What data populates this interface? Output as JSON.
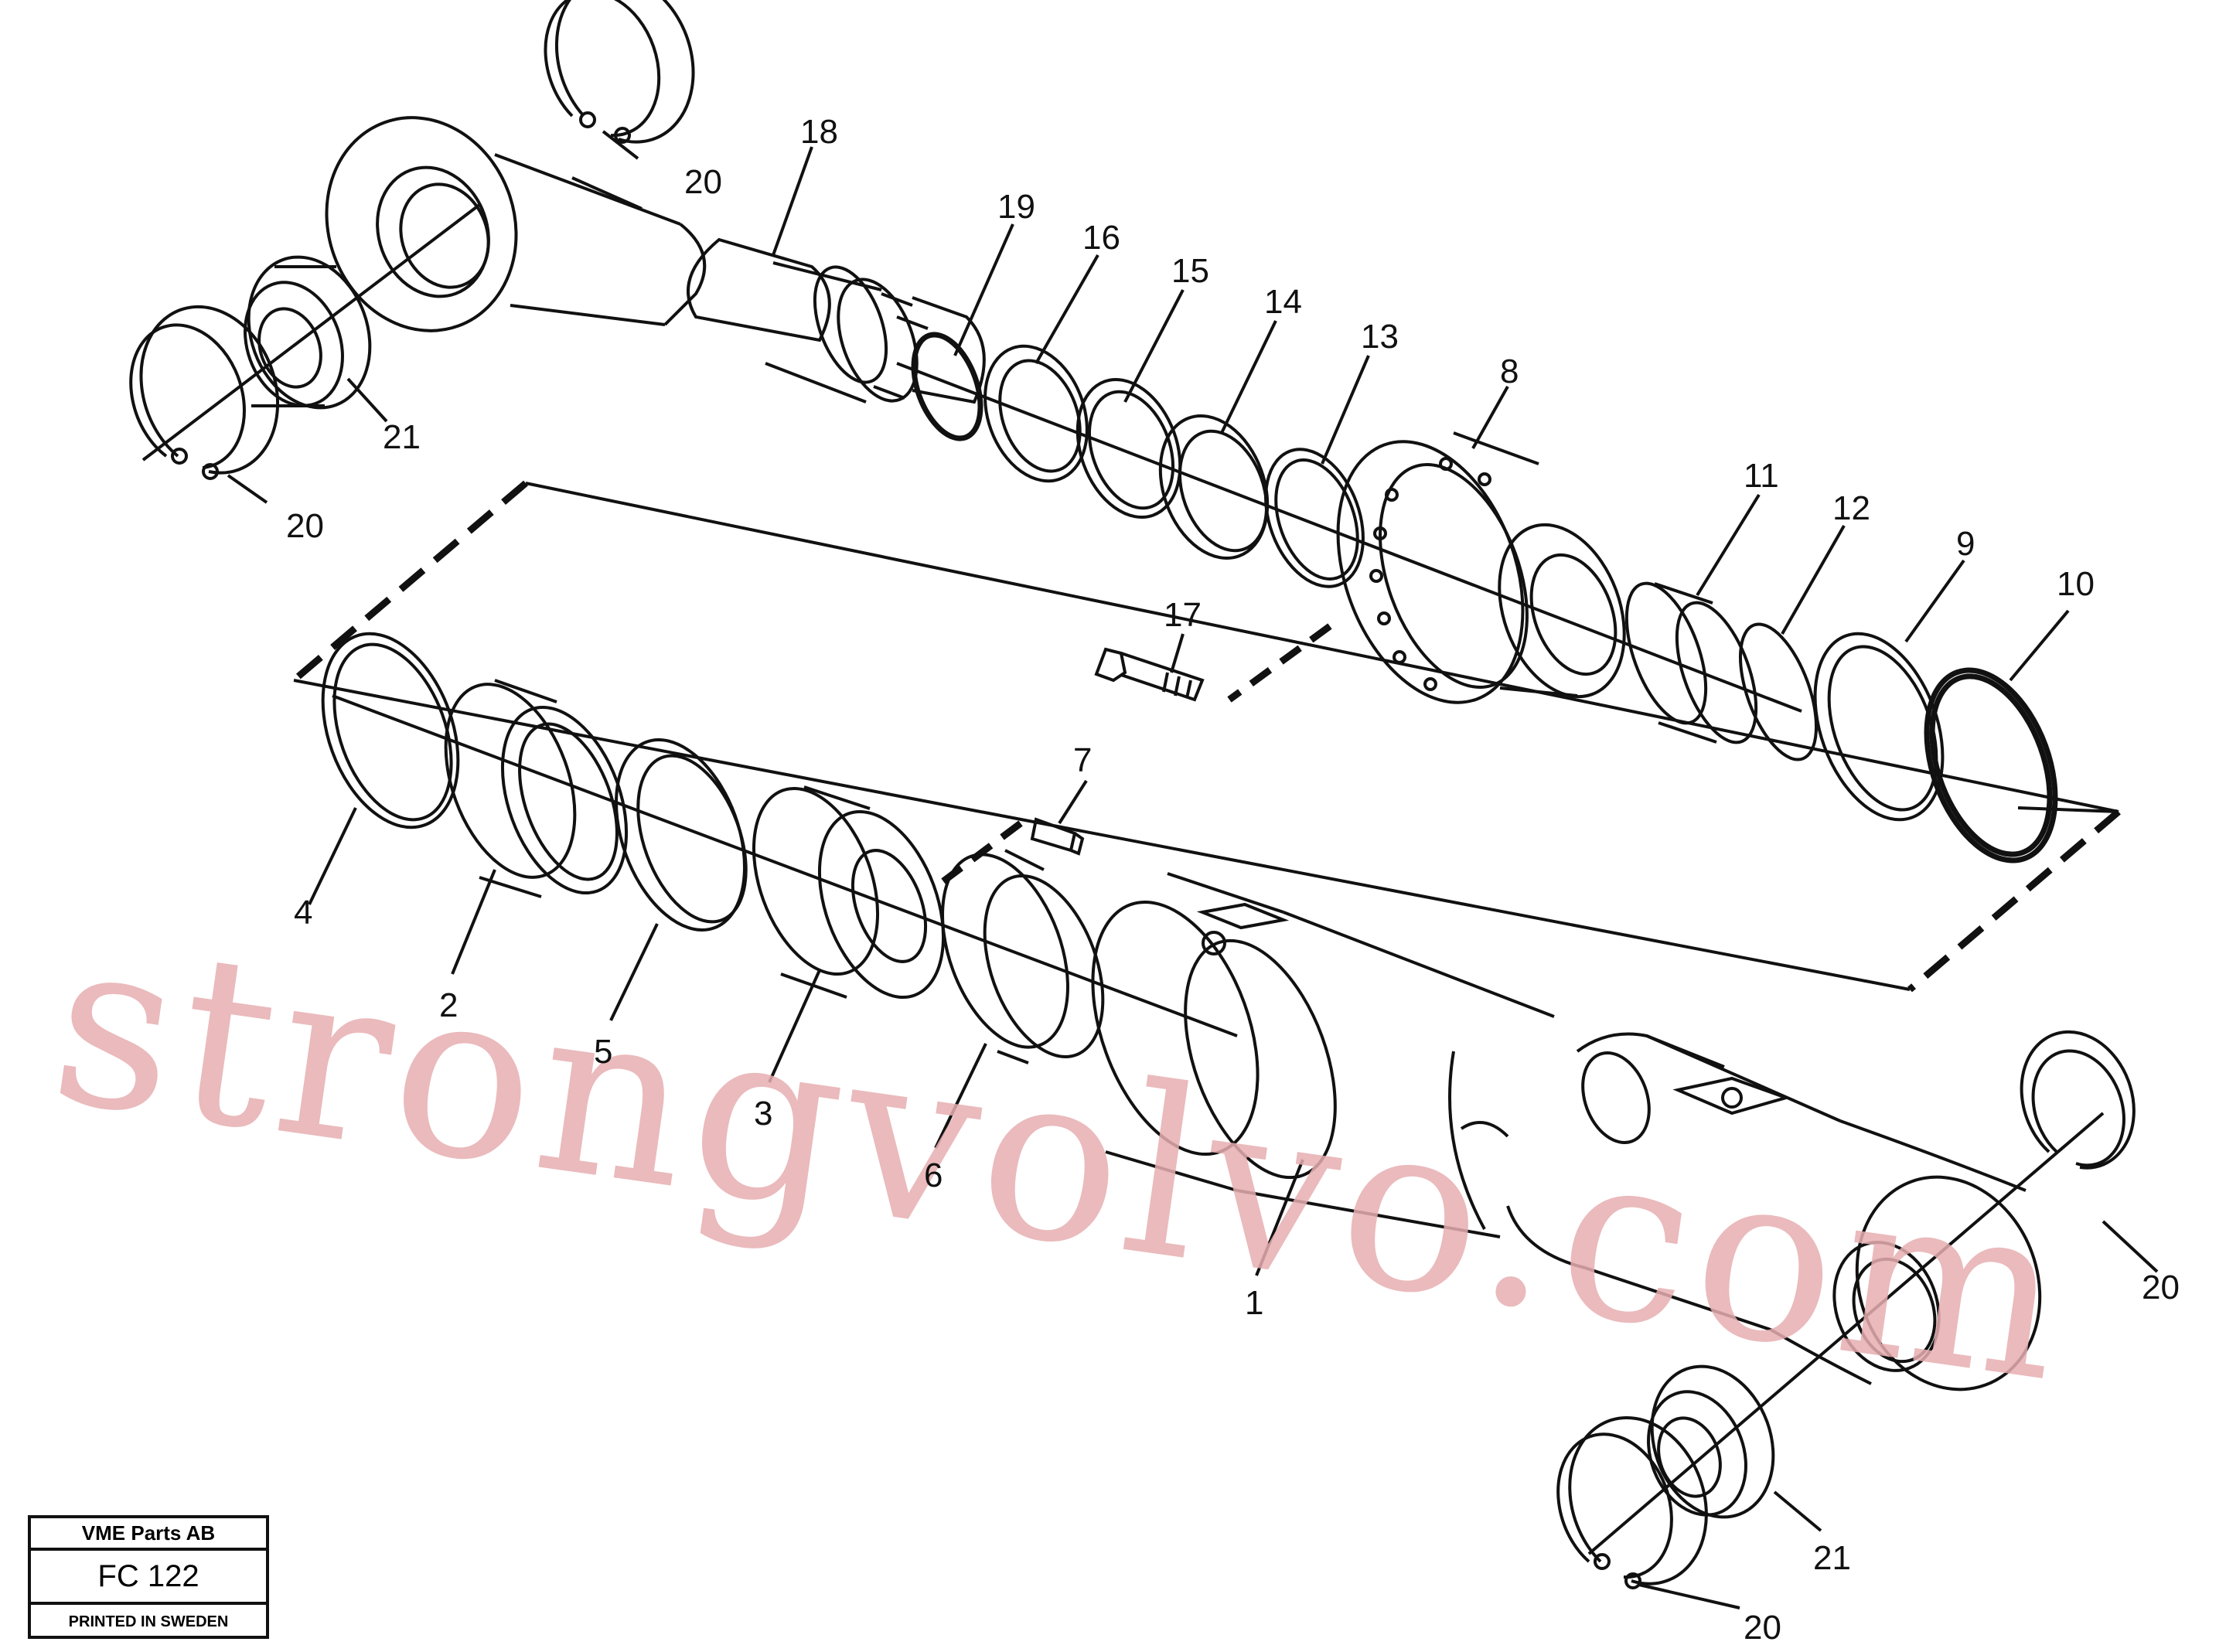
{
  "callouts": {
    "c1": "1",
    "c2": "2",
    "c3": "3",
    "c4": "4",
    "c5": "5",
    "c6": "6",
    "c7": "7",
    "c8": "8",
    "c9": "9",
    "c10": "10",
    "c11": "11",
    "c12": "12",
    "c13": "13",
    "c14": "14",
    "c15": "15",
    "c16": "16",
    "c17": "17",
    "c18": "18",
    "c19": "19",
    "c20a": "20",
    "c20b": "20",
    "c20c": "20",
    "c20d": "20",
    "c21a": "21",
    "c21b": "21"
  },
  "title_block": {
    "company": "VME Parts AB",
    "figure_code": "FC 122",
    "printed": "PRINTED IN SWEDEN"
  },
  "watermark": "strongvolvo.com"
}
